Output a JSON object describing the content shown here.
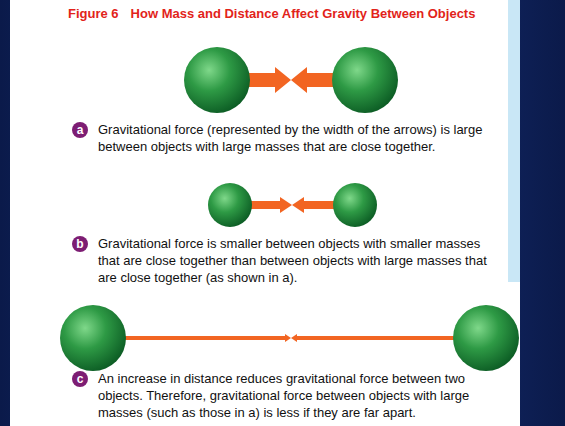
{
  "diagram": {
    "title": "How Mass and Distance Affect Gravity Between Objects",
    "nodes": [
      {
        "text": [
          "a",
          "Gravitational force (represented by the width of the arrows) is large between objects with large masses that are close together."
        ]
      },
      {
        "text": [
          "b",
          "Gravitational force is smaller between objects with smaller masses that are close together than between objects with large masses that are close together (as shown in a)."
        ]
      },
      {
        "text": [
          "c",
          "An increase in distance reduces gravitational force between two objects. Therefore, gravitational force between objects with large masses (such as those in a) is less if they are far apart."
        ]
      }
    ],
    "labels": [
      "Figure 6"
    ]
  }
}
